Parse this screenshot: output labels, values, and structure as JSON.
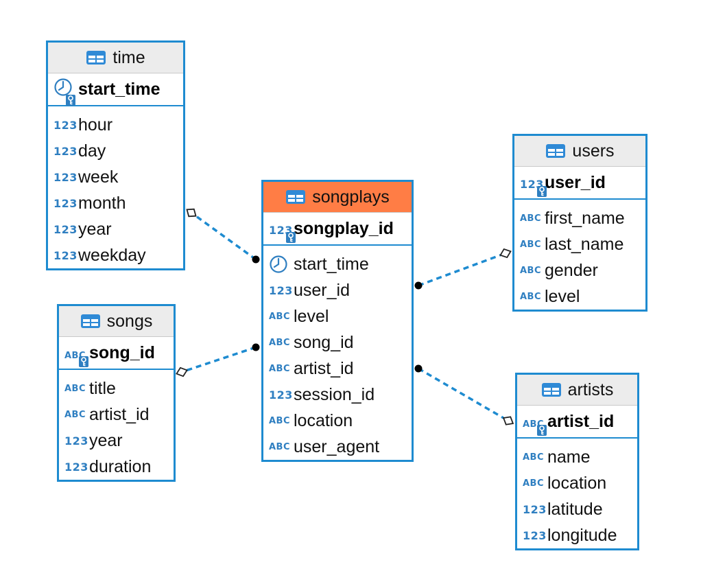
{
  "tables": {
    "time": {
      "name": "time",
      "pk": "start_time",
      "pk_type": "timestamp-key-icon",
      "cols": [
        {
          "name": "hour",
          "type_label": "123"
        },
        {
          "name": "day",
          "type_label": "123"
        },
        {
          "name": "week",
          "type_label": "123"
        },
        {
          "name": "month",
          "type_label": "123"
        },
        {
          "name": "year",
          "type_label": "123"
        },
        {
          "name": "weekday",
          "type_label": "123"
        }
      ]
    },
    "songs": {
      "name": "songs",
      "pk": "song_id",
      "pk_type_label": "ABC",
      "cols": [
        {
          "name": "title",
          "type_label": "ABC"
        },
        {
          "name": "artist_id",
          "type_label": "ABC"
        },
        {
          "name": "year",
          "type_label": "123"
        },
        {
          "name": "duration",
          "type_label": "123"
        }
      ]
    },
    "songplays": {
      "name": "songplays",
      "pk": "songplay_id",
      "pk_type_label": "123",
      "cols": [
        {
          "name": "start_time",
          "type_label": "clock"
        },
        {
          "name": "user_id",
          "type_label": "123"
        },
        {
          "name": "level",
          "type_label": "ABC"
        },
        {
          "name": "song_id",
          "type_label": "ABC"
        },
        {
          "name": "artist_id",
          "type_label": "ABC"
        },
        {
          "name": "session_id",
          "type_label": "123"
        },
        {
          "name": "location",
          "type_label": "ABC"
        },
        {
          "name": "user_agent",
          "type_label": "ABC"
        }
      ]
    },
    "users": {
      "name": "users",
      "pk": "user_id",
      "pk_type_label": "123",
      "cols": [
        {
          "name": "first_name",
          "type_label": "ABC"
        },
        {
          "name": "last_name",
          "type_label": "ABC"
        },
        {
          "name": "gender",
          "type_label": "ABC"
        },
        {
          "name": "level",
          "type_label": "ABC"
        }
      ]
    },
    "artists": {
      "name": "artists",
      "pk": "artist_id",
      "pk_type_label": "ABC",
      "cols": [
        {
          "name": "name",
          "type_label": "ABC"
        },
        {
          "name": "location",
          "type_label": "ABC"
        },
        {
          "name": "latitude",
          "type_label": "123"
        },
        {
          "name": "longitude",
          "type_label": "123"
        }
      ]
    }
  },
  "relationships": [
    {
      "from": "songplays",
      "to": "time"
    },
    {
      "from": "songplays",
      "to": "songs"
    },
    {
      "from": "songplays",
      "to": "users"
    },
    {
      "from": "songplays",
      "to": "artists"
    }
  ],
  "colors": {
    "border": "#1e8bd0",
    "header": "#ececec",
    "fact_header": "#ff7d45",
    "type_icon": "#2f7fc1",
    "link": "#1e8bd0"
  }
}
